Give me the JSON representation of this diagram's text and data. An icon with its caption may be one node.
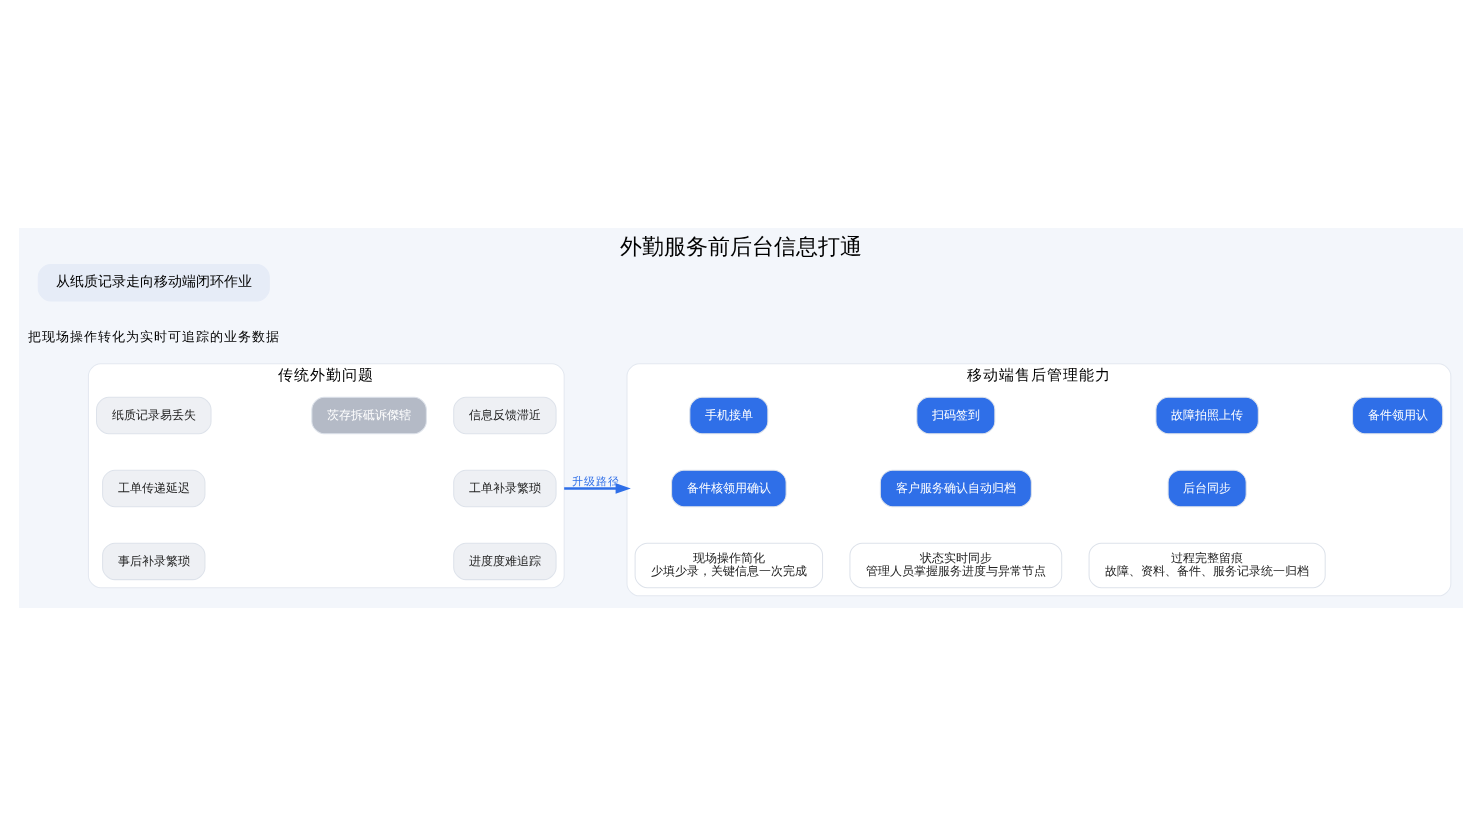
{
  "diagram": {
    "title": "外勤服务前后台信息打通",
    "caption": "从纸质记录走向移动端闭环作业",
    "nodes": [
      {
        "text": [
          "传统外勤问题"
        ]
      },
      {
        "text": [
          "纸质记录易丢失"
        ],
        "in": 0
      },
      {
        "text": [
          "信息反馈滞近"
        ],
        "in": 0
      },
      {
        "text": [
          "茨存拆砥诉傑辖"
        ],
        "in": 0
      },
      {
        "text": [
          "工单传递延迟"
        ],
        "in": 0
      },
      {
        "text": [
          "工单补录繁琐"
        ],
        "in": 0
      },
      {
        "text": [
          "事后补录繁琐"
        ],
        "in": 0
      },
      {
        "text": [
          "进度度难追踪"
        ],
        "in": 0
      },
      {
        "text": [
          "移动端售后管理能力"
        ]
      },
      {
        "text": [
          "手机接单"
        ],
        "in": 8
      },
      {
        "text": [
          "扫码签到"
        ],
        "in": 8
      },
      {
        "text": [
          "故障拍照上传"
        ],
        "in": 8
      },
      {
        "text": [
          "备件领用认"
        ],
        "in": 8
      },
      {
        "text": [
          "备件核领用确认"
        ],
        "in": 8
      },
      {
        "text": [
          "客户服务确认自动归档"
        ],
        "in": 8
      },
      {
        "text": [
          "后台同步"
        ],
        "in": 8
      },
      {
        "text": [
          "现场操作简化",
          "少填少录，关键信息一次完成"
        ],
        "in": 8
      },
      {
        "text": [
          "状态实时同步",
          "管理人员掌握服务进度与异常节点"
        ],
        "in": 8
      },
      {
        "text": [
          "过程完整留痕",
          "故障、资料、备件、服务记录统一归档"
        ],
        "in": 8
      }
    ],
    "edges": [
      {
        "from": 0,
        "to": 8,
        "label": "升级路径",
        "arrow": "to"
      }
    ],
    "labels": [
      "把现场操作转化为实时可追踪的业务数据"
    ]
  }
}
